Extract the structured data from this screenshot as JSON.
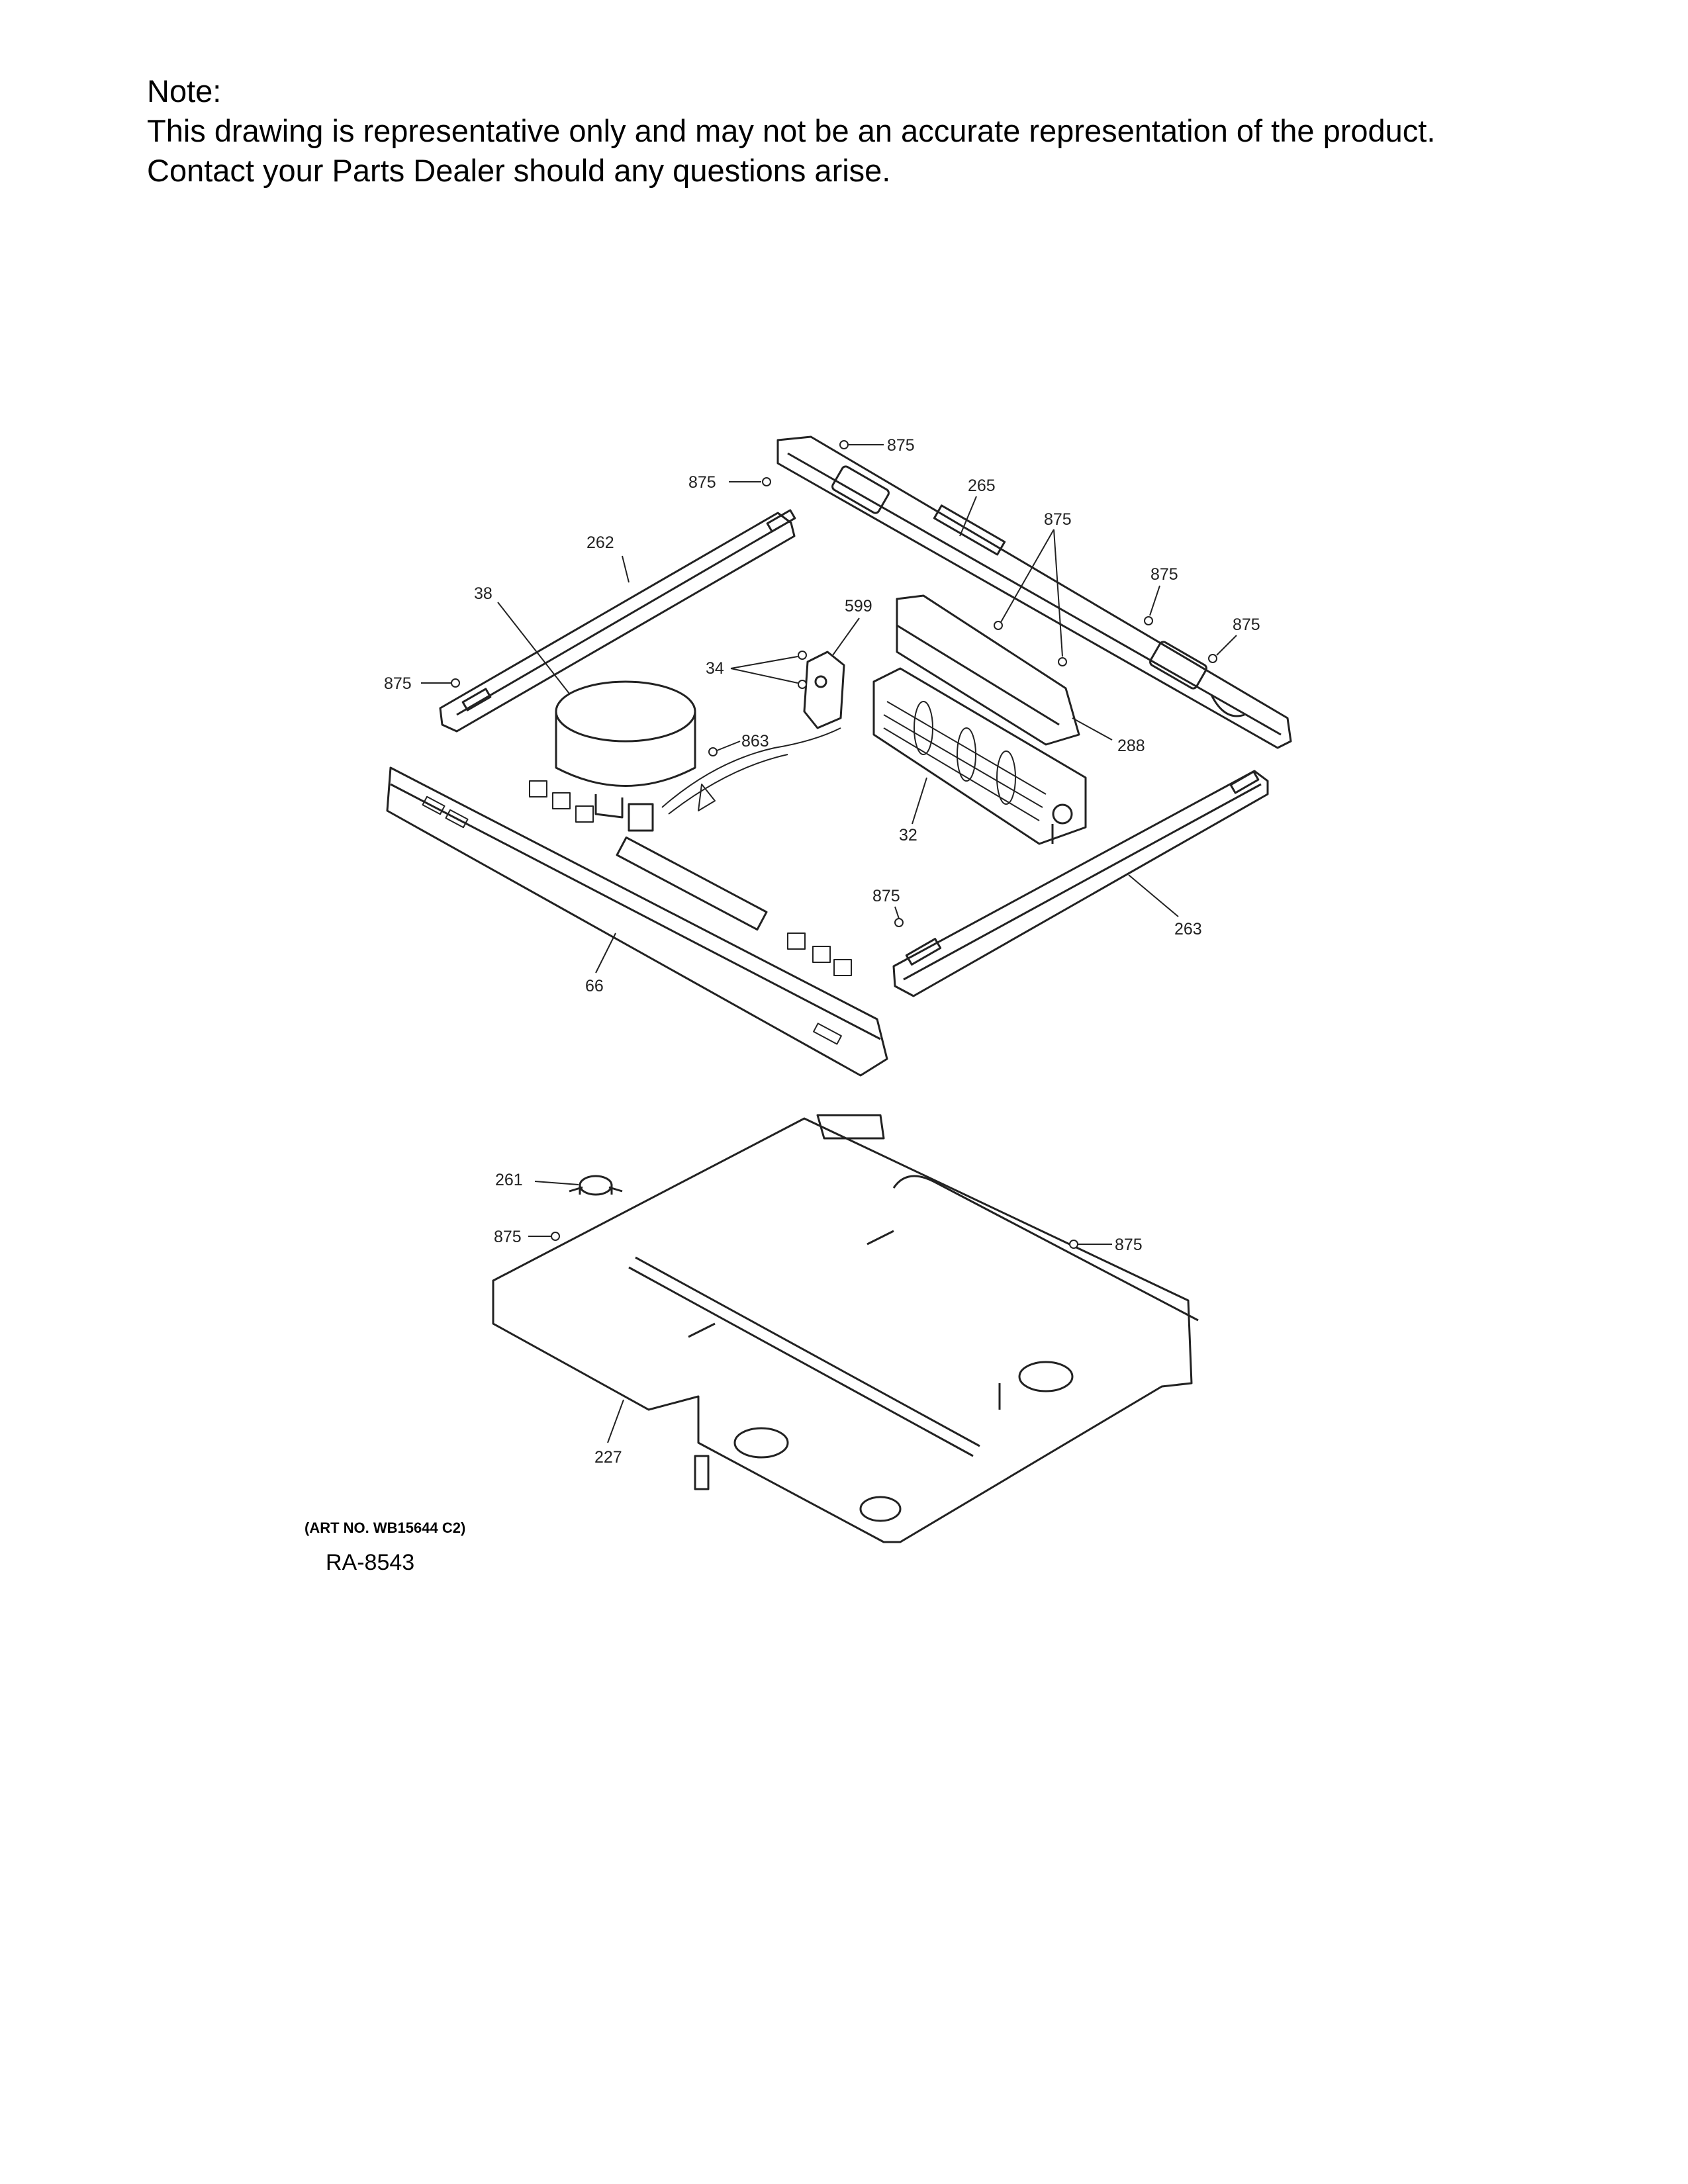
{
  "note": {
    "heading": "Note:",
    "line1": "This drawing is representative only and may not be an accurate representation of the product.",
    "line2": "Contact your Parts Dealer should any questions arise."
  },
  "callouts": {
    "c875_top": "875",
    "c875_upper_left": "875",
    "c265": "265",
    "c875_pair": "875",
    "c262": "262",
    "c875_right_a": "875",
    "c875_right_b": "875",
    "c38": "38",
    "c599": "599",
    "c34": "34",
    "c875_left": "875",
    "c863": "863",
    "c288": "288",
    "c32": "32",
    "c875_mid": "875",
    "c263": "263",
    "c66": "66",
    "c261": "261",
    "c875_lower_left": "875",
    "c875_lower_right": "875",
    "c227": "227"
  },
  "footer": {
    "art_no": "(ART NO. WB15644 C2)",
    "ra": "RA-8543"
  }
}
